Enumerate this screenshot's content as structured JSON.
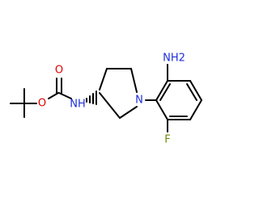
{
  "atoms": {
    "carbonyl_oxygen": "O",
    "ester_oxygen": "O",
    "carbamate_nitrogen": "NH",
    "ring_nitrogen": "N",
    "amine_nitrogen": "NH2",
    "fluorine": "F"
  },
  "colors": {
    "oxygen": "#e00000",
    "nitrogen": "#1f2fd6",
    "fluorine": "#6e8b00",
    "bond": "#000000",
    "background": "#ffffff"
  }
}
